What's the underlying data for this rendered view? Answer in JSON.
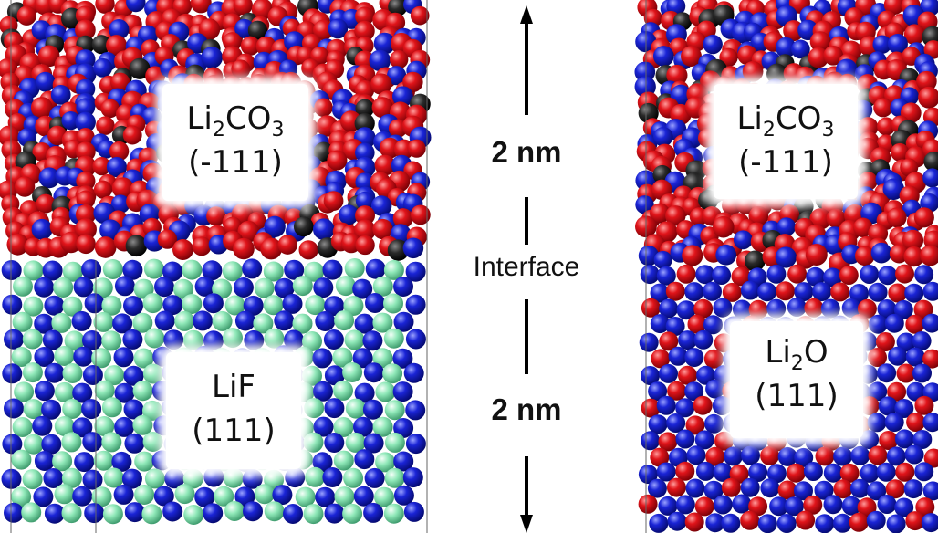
{
  "colors": {
    "carbon": "#111111",
    "oxygen": "#e0141a",
    "lithium": "#1a24d6",
    "fluorine": "#8fe8b8",
    "background": "#ffffff"
  },
  "left_panel": {
    "top_label": {
      "formula": [
        "Li",
        "2",
        "CO",
        "3"
      ],
      "facet": "(-111)"
    },
    "bottom_label": {
      "formula": "LiF",
      "facet": "(111)"
    },
    "top_atoms": [
      "carbon",
      "oxygen",
      "lithium"
    ],
    "bottom_atoms": [
      "lithium",
      "fluorine"
    ]
  },
  "middle": {
    "upper_scale": "2 nm",
    "interface_label": "Interface",
    "lower_scale": "2 nm"
  },
  "right_panel": {
    "top_label": {
      "formula": [
        "Li",
        "2",
        "CO",
        "3"
      ],
      "facet": "(-111)"
    },
    "bottom_label": {
      "formula": [
        "Li",
        "2",
        "O"
      ],
      "facet": "(111)"
    },
    "top_atoms": [
      "carbon",
      "oxygen",
      "lithium"
    ],
    "bottom_atoms": [
      "lithium",
      "oxygen"
    ]
  }
}
